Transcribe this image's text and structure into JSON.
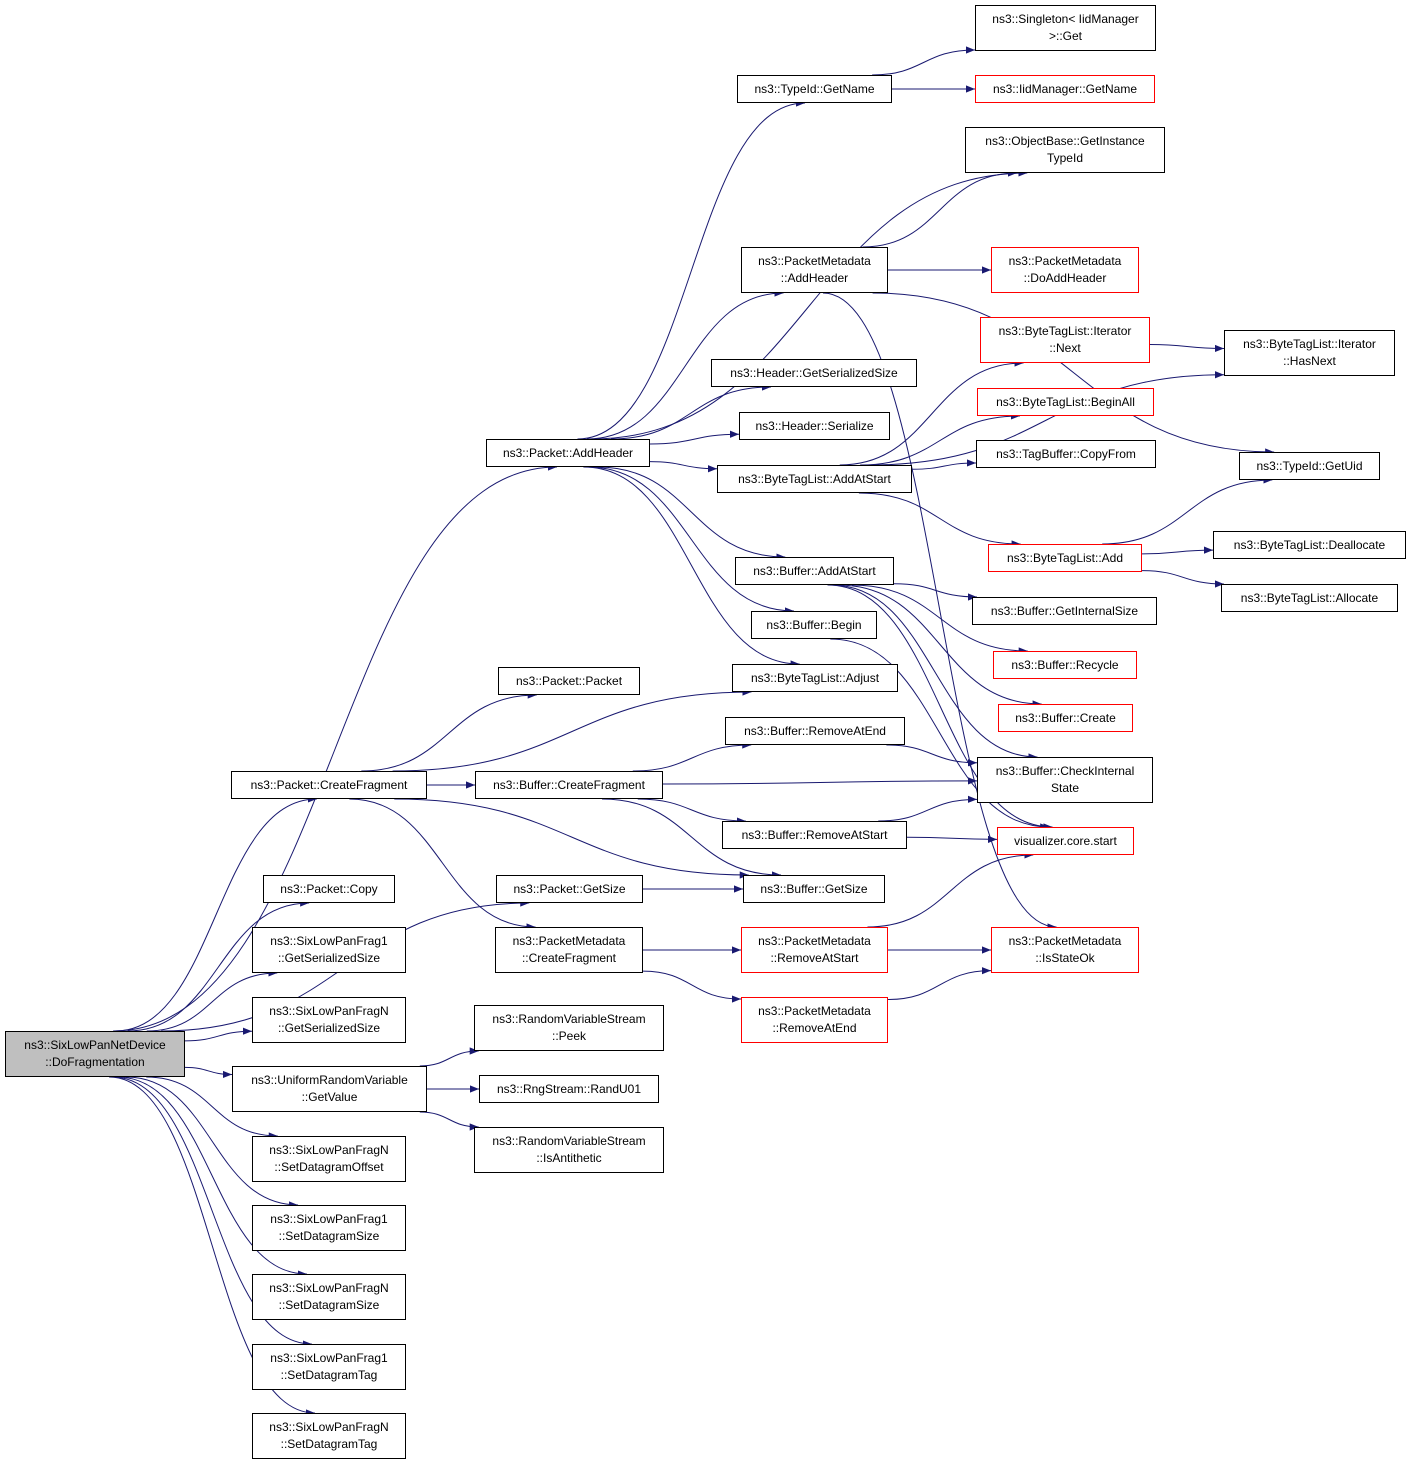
{
  "diagram": {
    "colors": {
      "edge": "#191970",
      "border": "#000000",
      "border_truncated": "#ff0000",
      "root_fill": "#bfbfbf"
    },
    "nodes": [
      {
        "id": "root",
        "label": "ns3::SixLowPanNetDevice\n::DoFragmentation",
        "style": "root"
      },
      {
        "id": "packet_addheader",
        "label": "ns3::Packet::AddHeader"
      },
      {
        "id": "typeid_getname",
        "label": "ns3::TypeId::GetName"
      },
      {
        "id": "singleton_get",
        "label": "ns3::Singleton< IidManager\n>::Get"
      },
      {
        "id": "iidmanager_getname",
        "label": "ns3::IidManager::GetName",
        "style": "red"
      },
      {
        "id": "objectbase_getinstancetypeid",
        "label": "ns3::ObjectBase::GetInstance\nTypeId"
      },
      {
        "id": "pm_addheader",
        "label": "ns3::PacketMetadata\n::AddHeader"
      },
      {
        "id": "pm_doaddheader",
        "label": "ns3::PacketMetadata\n::DoAddHeader",
        "style": "red"
      },
      {
        "id": "btl_iterator_next",
        "label": "ns3::ByteTagList::Iterator\n::Next",
        "style": "red"
      },
      {
        "id": "btl_iterator_hasnext",
        "label": "ns3::ByteTagList::Iterator\n::HasNext"
      },
      {
        "id": "header_getserializedsize",
        "label": "ns3::Header::GetSerializedSize"
      },
      {
        "id": "header_serialize",
        "label": "ns3::Header::Serialize"
      },
      {
        "id": "btl_beginall",
        "label": "ns3::ByteTagList::BeginAll",
        "style": "red"
      },
      {
        "id": "btl_addatstart",
        "label": "ns3::ByteTagList::AddAtStart"
      },
      {
        "id": "tagbuffer_copyfrom",
        "label": "ns3::TagBuffer::CopyFrom"
      },
      {
        "id": "typeid_getuid",
        "label": "ns3::TypeId::GetUid"
      },
      {
        "id": "btl_add",
        "label": "ns3::ByteTagList::Add",
        "style": "red"
      },
      {
        "id": "btl_deallocate",
        "label": "ns3::ByteTagList::Deallocate"
      },
      {
        "id": "btl_allocate",
        "label": "ns3::ByteTagList::Allocate"
      },
      {
        "id": "buffer_addatstart",
        "label": "ns3::Buffer::AddAtStart"
      },
      {
        "id": "buffer_getinternalsize",
        "label": "ns3::Buffer::GetInternalSize"
      },
      {
        "id": "buffer_begin",
        "label": "ns3::Buffer::Begin"
      },
      {
        "id": "buffer_recycle",
        "label": "ns3::Buffer::Recycle",
        "style": "red"
      },
      {
        "id": "packet_packet",
        "label": "ns3::Packet::Packet"
      },
      {
        "id": "btl_adjust",
        "label": "ns3::ByteTagList::Adjust"
      },
      {
        "id": "buffer_create",
        "label": "ns3::Buffer::Create",
        "style": "red"
      },
      {
        "id": "buffer_removeatend",
        "label": "ns3::Buffer::RemoveAtEnd"
      },
      {
        "id": "buffer_checkinternalstate",
        "label": "ns3::Buffer::CheckInternal\nState"
      },
      {
        "id": "packet_createfragment",
        "label": "ns3::Packet::CreateFragment"
      },
      {
        "id": "buffer_createfragment",
        "label": "ns3::Buffer::CreateFragment"
      },
      {
        "id": "buffer_removeatstart",
        "label": "ns3::Buffer::RemoveAtStart"
      },
      {
        "id": "visualizer_core_start",
        "label": "visualizer.core.start",
        "style": "red"
      },
      {
        "id": "packet_copy",
        "label": "ns3::Packet::Copy"
      },
      {
        "id": "packet_getsize",
        "label": "ns3::Packet::GetSize"
      },
      {
        "id": "buffer_getsize",
        "label": "ns3::Buffer::GetSize"
      },
      {
        "id": "frag1_getserializedsize",
        "label": "ns3::SixLowPanFrag1\n::GetSerializedSize"
      },
      {
        "id": "pm_createfragment",
        "label": "ns3::PacketMetadata\n::CreateFragment"
      },
      {
        "id": "pm_removeatstart",
        "label": "ns3::PacketMetadata\n::RemoveAtStart",
        "style": "red"
      },
      {
        "id": "pm_isstateok",
        "label": "ns3::PacketMetadata\n::IsStateOk",
        "style": "red"
      },
      {
        "id": "fragn_getserializedsize",
        "label": "ns3::SixLowPanFragN\n::GetSerializedSize"
      },
      {
        "id": "pm_removeatend",
        "label": "ns3::PacketMetadata\n::RemoveAtEnd",
        "style": "red"
      },
      {
        "id": "rvs_peek",
        "label": "ns3::RandomVariableStream\n::Peek"
      },
      {
        "id": "urv_getvalue",
        "label": "ns3::UniformRandomVariable\n::GetValue"
      },
      {
        "id": "rngstream_randu01",
        "label": "ns3::RngStream::RandU01"
      },
      {
        "id": "rvs_isantithetic",
        "label": "ns3::RandomVariableStream\n::IsAntithetic"
      },
      {
        "id": "fragn_setdatagramoffset",
        "label": "ns3::SixLowPanFragN\n::SetDatagramOffset"
      },
      {
        "id": "frag1_setdatagramsize",
        "label": "ns3::SixLowPanFrag1\n::SetDatagramSize"
      },
      {
        "id": "fragn_setdatagramsize",
        "label": "ns3::SixLowPanFragN\n::SetDatagramSize"
      },
      {
        "id": "frag1_setdatagramtag",
        "label": "ns3::SixLowPanFrag1\n::SetDatagramTag"
      },
      {
        "id": "fragn_setdatagramtag",
        "label": "ns3::SixLowPanFragN\n::SetDatagramTag"
      }
    ],
    "edges": [
      [
        "root",
        "packet_addheader"
      ],
      [
        "root",
        "packet_createfragment"
      ],
      [
        "root",
        "packet_getsize"
      ],
      [
        "root",
        "packet_copy"
      ],
      [
        "root",
        "frag1_getserializedsize"
      ],
      [
        "root",
        "fragn_getserializedsize"
      ],
      [
        "root",
        "urv_getvalue"
      ],
      [
        "root",
        "fragn_setdatagramoffset"
      ],
      [
        "root",
        "frag1_setdatagramsize"
      ],
      [
        "root",
        "fragn_setdatagramsize"
      ],
      [
        "root",
        "frag1_setdatagramtag"
      ],
      [
        "root",
        "fragn_setdatagramtag"
      ],
      [
        "packet_addheader",
        "typeid_getname"
      ],
      [
        "packet_addheader",
        "objectbase_getinstancetypeid"
      ],
      [
        "packet_addheader",
        "pm_addheader"
      ],
      [
        "packet_addheader",
        "header_getserializedsize"
      ],
      [
        "packet_addheader",
        "header_serialize"
      ],
      [
        "packet_addheader",
        "btl_addatstart"
      ],
      [
        "packet_addheader",
        "buffer_addatstart"
      ],
      [
        "packet_addheader",
        "buffer_begin"
      ],
      [
        "packet_addheader",
        "btl_adjust"
      ],
      [
        "typeid_getname",
        "singleton_get"
      ],
      [
        "typeid_getname",
        "iidmanager_getname"
      ],
      [
        "pm_addheader",
        "objectbase_getinstancetypeid"
      ],
      [
        "pm_addheader",
        "pm_doaddheader"
      ],
      [
        "pm_addheader",
        "typeid_getuid"
      ],
      [
        "pm_addheader",
        "pm_isstateok"
      ],
      [
        "btl_iterator_next",
        "btl_iterator_hasnext"
      ],
      [
        "btl_addatstart",
        "btl_iterator_next"
      ],
      [
        "btl_addatstart",
        "btl_beginall"
      ],
      [
        "btl_addatstart",
        "tagbuffer_copyfrom"
      ],
      [
        "btl_addatstart",
        "btl_iterator_hasnext"
      ],
      [
        "btl_addatstart",
        "btl_add"
      ],
      [
        "btl_add",
        "typeid_getuid"
      ],
      [
        "btl_add",
        "btl_deallocate"
      ],
      [
        "btl_add",
        "btl_allocate"
      ],
      [
        "buffer_addatstart",
        "buffer_getinternalsize"
      ],
      [
        "buffer_addatstart",
        "buffer_recycle"
      ],
      [
        "buffer_addatstart",
        "buffer_create"
      ],
      [
        "buffer_addatstart",
        "buffer_checkinternalstate"
      ],
      [
        "buffer_addatstart",
        "visualizer_core_start"
      ],
      [
        "buffer_begin",
        "visualizer_core_start"
      ],
      [
        "packet_createfragment",
        "packet_packet"
      ],
      [
        "packet_createfragment",
        "btl_adjust"
      ],
      [
        "packet_createfragment",
        "buffer_createfragment"
      ],
      [
        "packet_createfragment",
        "buffer_getsize"
      ],
      [
        "packet_createfragment",
        "pm_createfragment"
      ],
      [
        "buffer_createfragment",
        "buffer_removeatend"
      ],
      [
        "buffer_createfragment",
        "buffer_checkinternalstate"
      ],
      [
        "buffer_createfragment",
        "buffer_removeatstart"
      ],
      [
        "buffer_createfragment",
        "buffer_getsize"
      ],
      [
        "buffer_removeatend",
        "buffer_checkinternalstate"
      ],
      [
        "buffer_removeatstart",
        "buffer_checkinternalstate"
      ],
      [
        "buffer_removeatstart",
        "visualizer_core_start"
      ],
      [
        "packet_getsize",
        "buffer_getsize"
      ],
      [
        "pm_createfragment",
        "pm_removeatstart"
      ],
      [
        "pm_createfragment",
        "pm_removeatend"
      ],
      [
        "pm_removeatstart",
        "visualizer_core_start"
      ],
      [
        "pm_removeatstart",
        "pm_isstateok"
      ],
      [
        "pm_removeatend",
        "pm_isstateok"
      ],
      [
        "urv_getvalue",
        "rvs_peek"
      ],
      [
        "urv_getvalue",
        "rngstream_randu01"
      ],
      [
        "urv_getvalue",
        "rvs_isantithetic"
      ]
    ]
  }
}
